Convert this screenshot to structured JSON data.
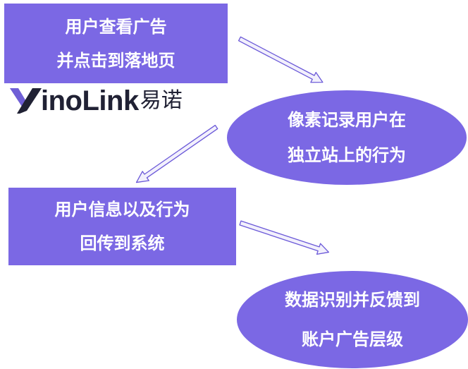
{
  "nodes": [
    {
      "id": "step1",
      "shape": "rectangle",
      "lines": [
        "用户查看广告",
        "并点击到落地页"
      ]
    },
    {
      "id": "step2",
      "shape": "ellipse",
      "lines": [
        "像素记录用户在",
        "独立站上的行为"
      ]
    },
    {
      "id": "step3",
      "shape": "rectangle",
      "lines": [
        "用户信息以及行为",
        "回传到系统"
      ]
    },
    {
      "id": "step4",
      "shape": "ellipse",
      "lines": [
        "数据识别并反馈到",
        "账户广告层级"
      ]
    }
  ],
  "logo": {
    "text_latin": "inoLink",
    "text_cn": "易诺",
    "wordmark": "YinoLink易诺"
  },
  "colors": {
    "node_fill": "#7b68e4",
    "node_text": "#ffffff",
    "arrow_fill": "#f2f0fc",
    "arrow_stroke": "#6a58d8",
    "logo_dark": "#202134",
    "logo_accent": "#6f5fd6"
  }
}
